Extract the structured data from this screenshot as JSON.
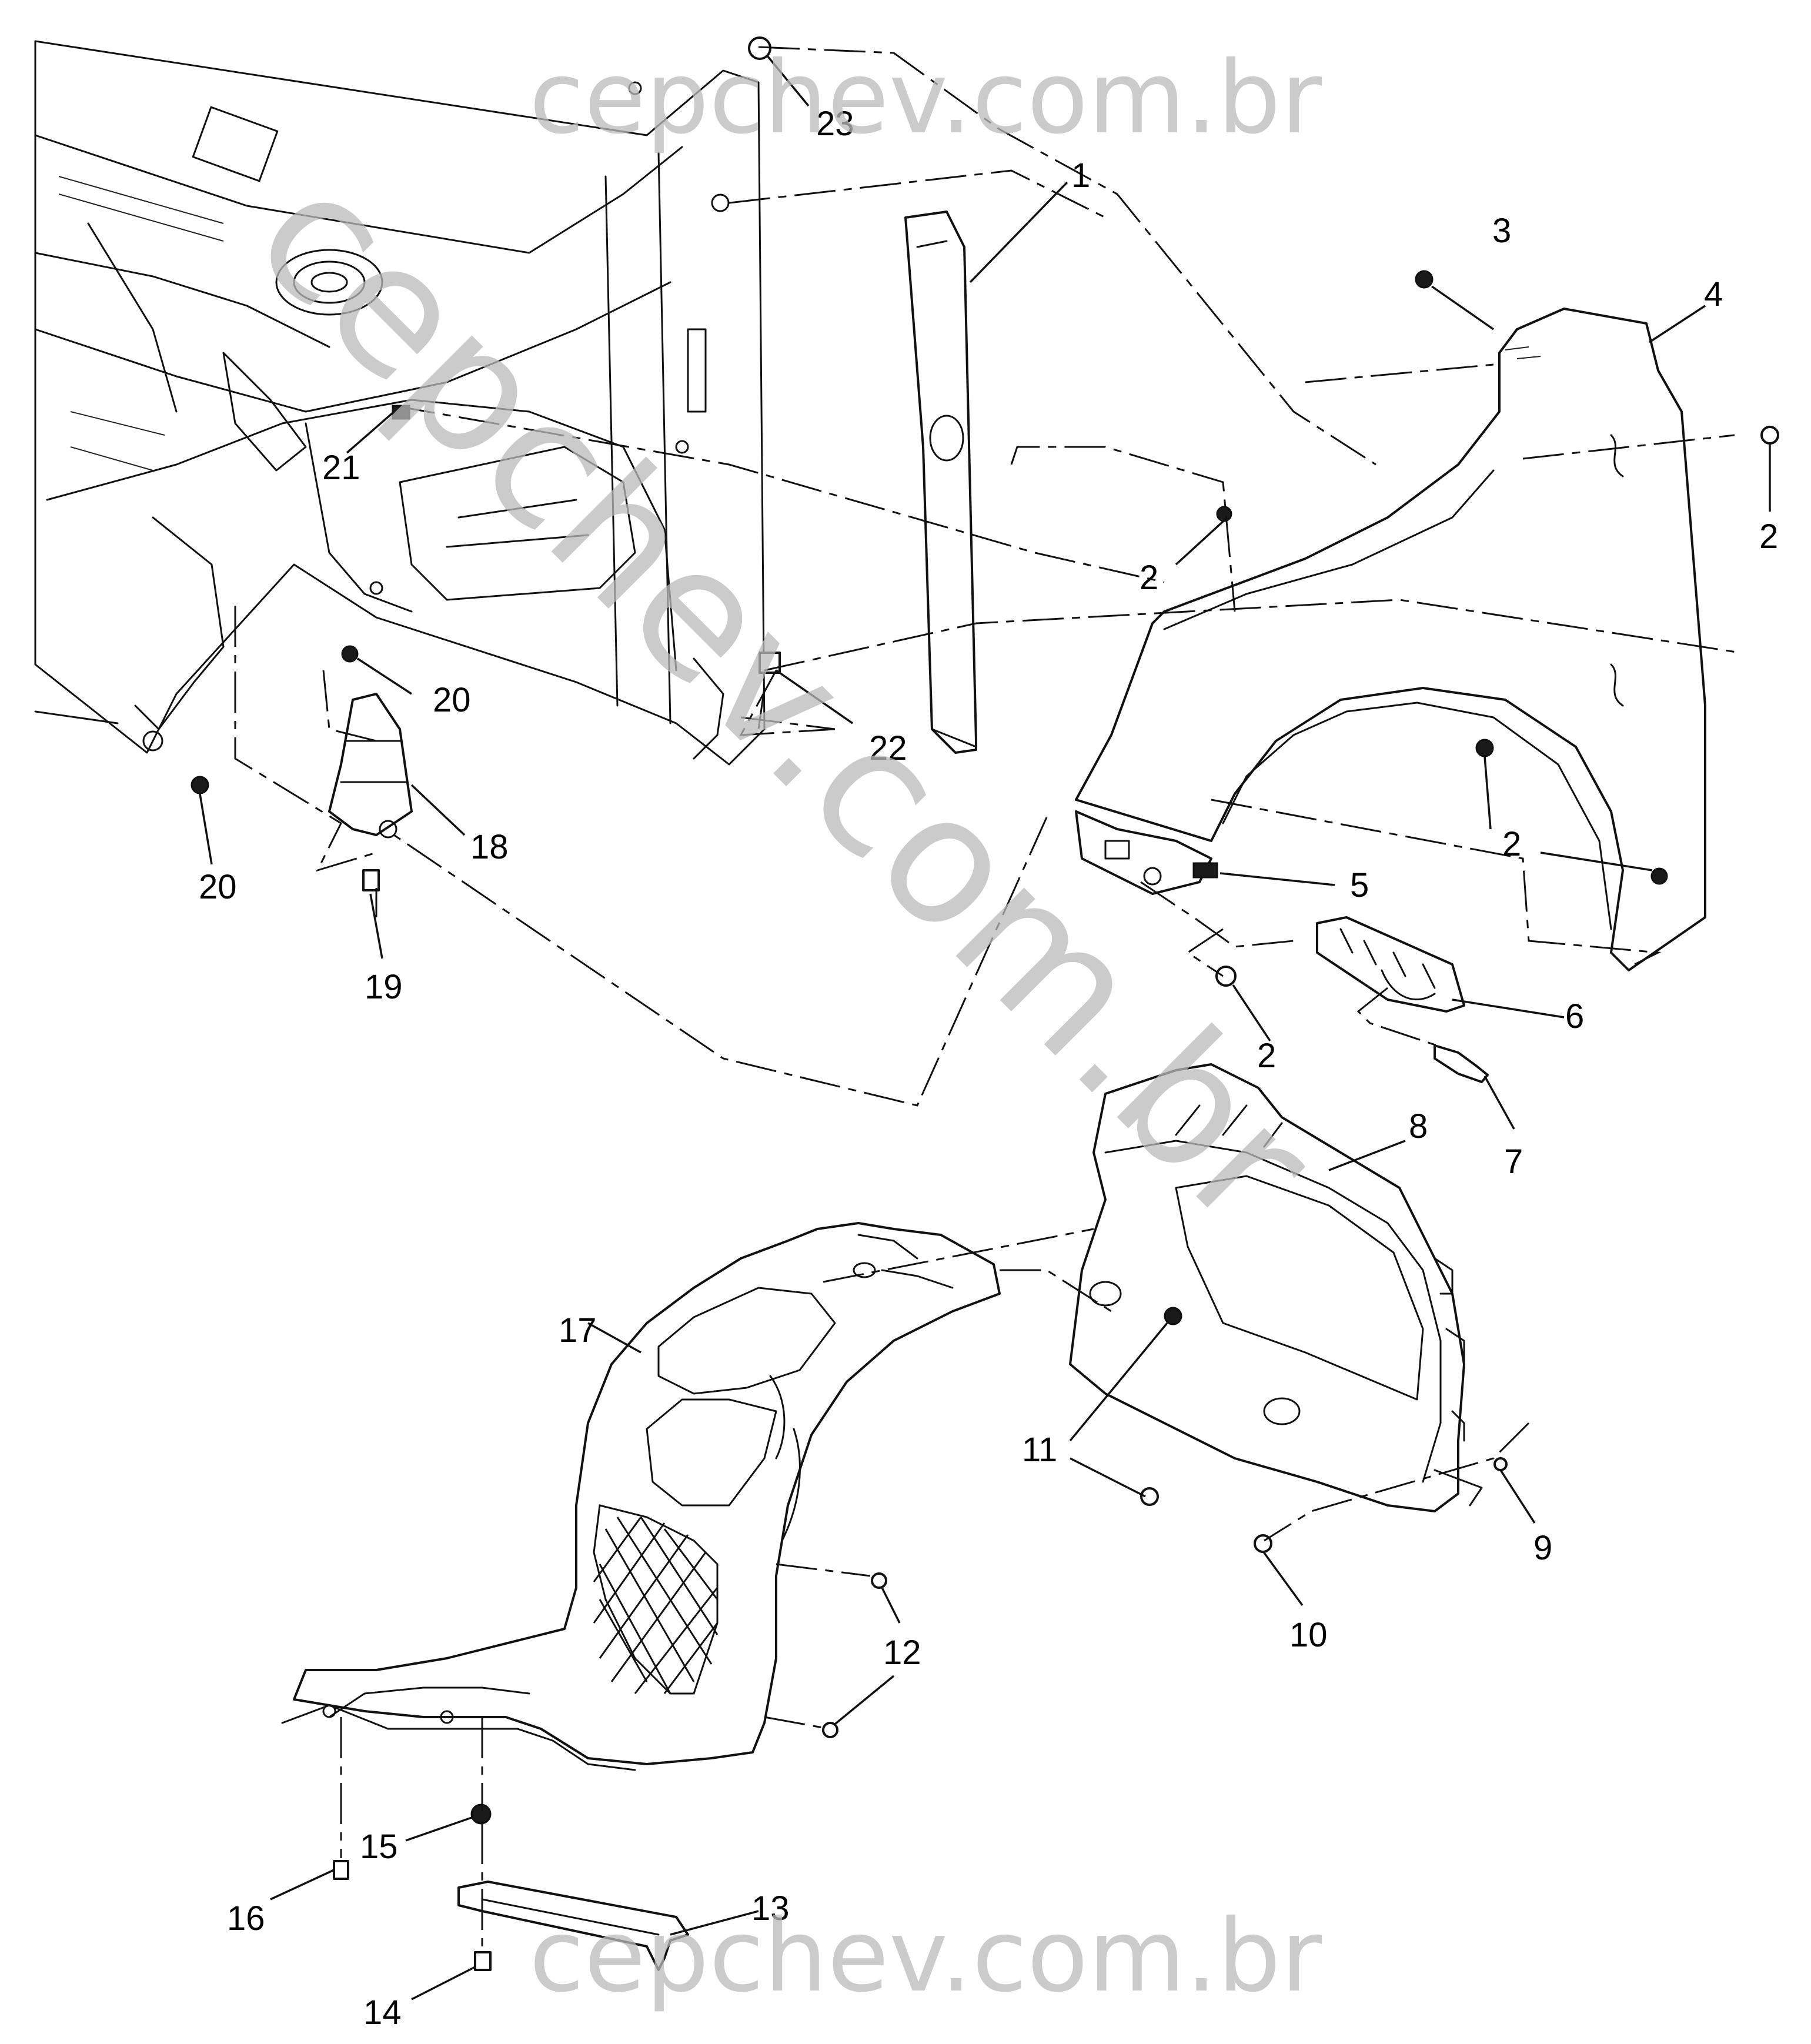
{
  "watermark": {
    "top": "cepchev.com.br",
    "bottom": "cepchev.com.br",
    "diagonal": "cepchev.com.br",
    "color": "#b9b9b9"
  },
  "callouts": {
    "c1": "1",
    "c2a": "2",
    "c2b": "2",
    "c2c": "2",
    "c2d": "2",
    "c3": "3",
    "c4": "4",
    "c5": "5",
    "c6": "6",
    "c7": "7",
    "c8": "8",
    "c9": "9",
    "c10": "10",
    "c11": "11",
    "c12": "12",
    "c13": "13",
    "c14": "14",
    "c15": "15",
    "c16": "16",
    "c17": "17",
    "c18": "18",
    "c19": "19",
    "c20a": "20",
    "c20b": "20",
    "c21": "21",
    "c22": "22",
    "c23": "23"
  },
  "colors": {
    "line": "#111111",
    "background": "#ffffff"
  }
}
